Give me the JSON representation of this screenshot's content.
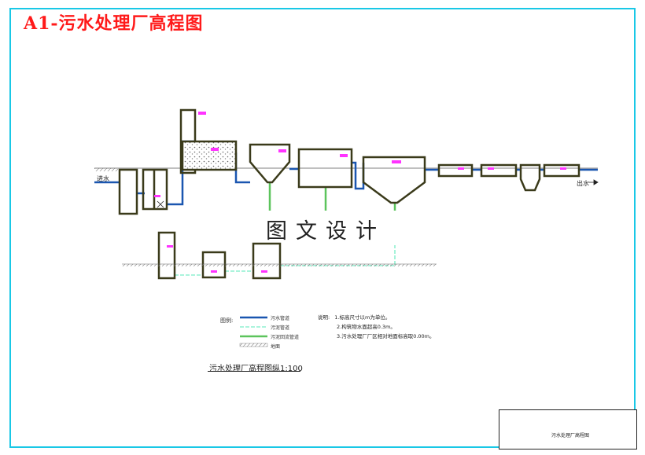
{
  "drawing_title": "A1-污水处理厂高程图",
  "watermark": "图文设计",
  "labels": {
    "inlet": "进水",
    "outlet": "出水"
  },
  "caption": "污水处理厂高程图纵1:100",
  "legend": {
    "heading": "图例:",
    "items": [
      "污水管道",
      "污泥管道",
      "污泥回流管道",
      "地面"
    ]
  },
  "notes": {
    "heading": "说明:",
    "lines": [
      "1.标高尺寸以m为单位。",
      "2.构筑物水面超高0.3m。",
      "3.污水处理厂厂区相对地面标高取0.00m。"
    ]
  },
  "title_block": {
    "drawing_name": "污水处理厂高程图"
  },
  "colors": {
    "sewage_pipe": "#1a56b0",
    "sludge_pipe": "#8ff0d0",
    "return_sludge_pipe": "#5cc45c",
    "structure": "#3a3a1a",
    "frame": "#19c8e6",
    "title": "#ff1a1a",
    "elevation_tag": "#ff33ff"
  }
}
